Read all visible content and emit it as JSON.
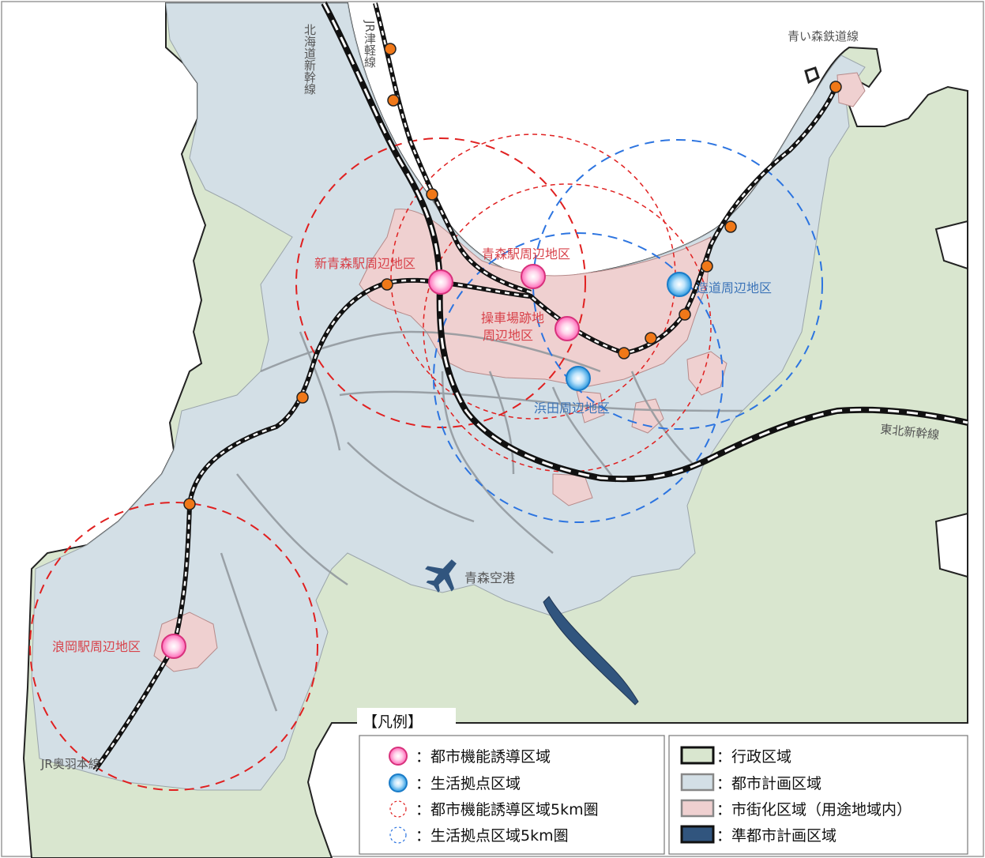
{
  "colors": {
    "admin_area": "#d9e6cf",
    "city_planning": "#d3dfe6",
    "urbanization": "#efd0d0",
    "quasi_city_planning": "#31557e",
    "sea": "#ffffff",
    "rail_orange_station": "#f07818",
    "urban_function_circle": "#e02020",
    "living_hub_circle": "#2c74e0",
    "label_red": "#d8424a",
    "label_blue": "#3c74b8",
    "label_gray": "#555555"
  },
  "map_labels": {
    "hokkaido_shinkansen": "北海道新幹線",
    "jr_tsugaru": "JR津軽線",
    "aoimori": "青い森鉄道線",
    "tohoku_shinkansen": "東北新幹線",
    "jr_ou": "JR奥羽本線",
    "shin_aomori": "新青森駅周辺地区",
    "aomori_station": "青森駅周辺地区",
    "soshajo_line1": "操車場跡地",
    "soshajo_line2": "周辺地区",
    "tsukurimichi": "造道周辺地区",
    "hamada": "浜田周辺地区",
    "namioka": "浪岡駅周辺地区",
    "airport": "青森空港"
  },
  "legend": {
    "title": "【凡例】",
    "items_left": [
      {
        "icon": "urban-function-marker-icon",
        "label": "：都市機能誘導区域"
      },
      {
        "icon": "living-hub-marker-icon",
        "label": "：生活拠点区域"
      },
      {
        "icon": "red-dashed-circle-icon",
        "label": "：都市機能誘導区域5km圏"
      },
      {
        "icon": "blue-dashed-circle-icon",
        "label": "：生活拠点区域5km圏"
      }
    ],
    "items_right": [
      {
        "icon": "admin-area-swatch",
        "label": "：行政区域"
      },
      {
        "icon": "city-planning-swatch",
        "label": "：都市計画区域"
      },
      {
        "icon": "urbanization-swatch",
        "label": "：市街化区域（用途地域内）"
      },
      {
        "icon": "quasi-city-planning-swatch",
        "label": "：準都市計画区域"
      }
    ]
  }
}
